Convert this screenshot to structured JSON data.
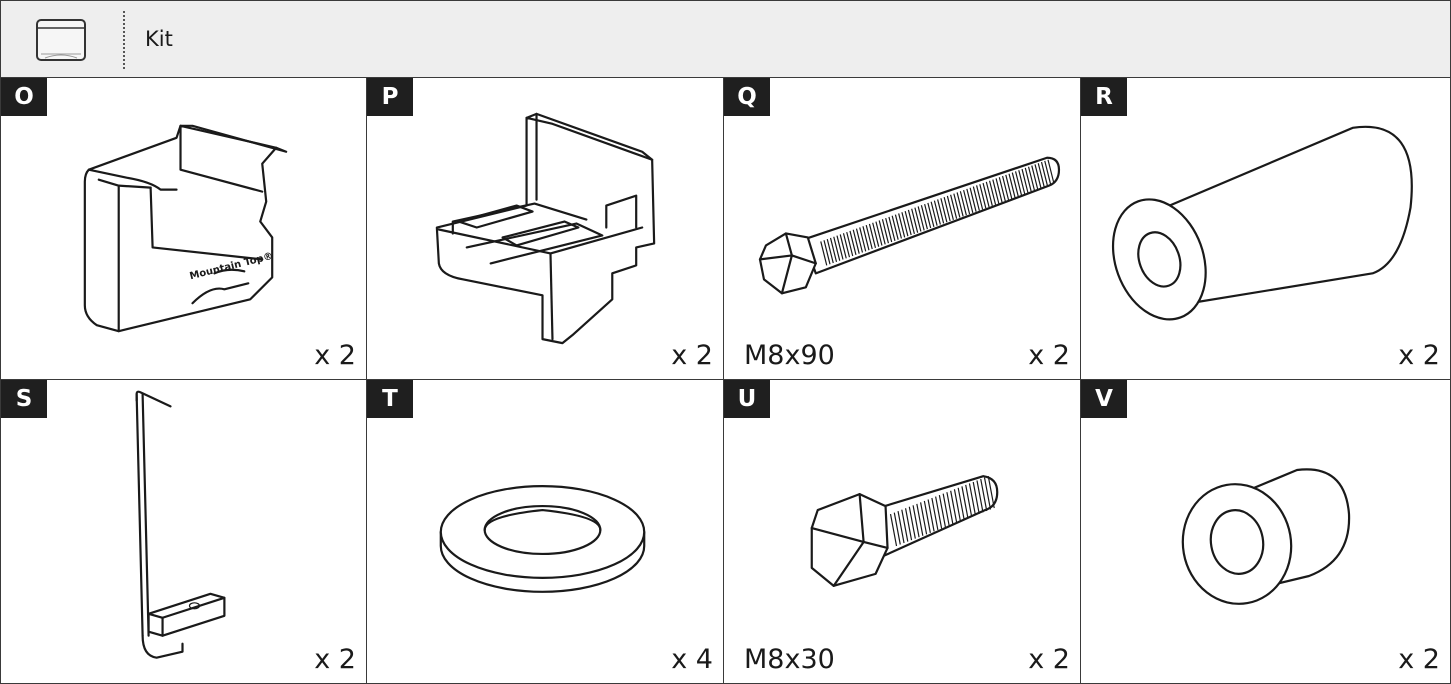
{
  "header": {
    "title": "Kit",
    "icon": "parts-bag-icon"
  },
  "parts": [
    {
      "letter": "O",
      "qty": "x 2",
      "size": "",
      "icon": "end-cap-icon",
      "logo_text": "Mountain Top®"
    },
    {
      "letter": "P",
      "qty": "x 2",
      "size": "",
      "icon": "slide-block-icon"
    },
    {
      "letter": "Q",
      "qty": "x 2",
      "size": "M8x90",
      "icon": "long-bolt-icon"
    },
    {
      "letter": "R",
      "qty": "x 2",
      "size": "",
      "icon": "long-spacer-icon"
    },
    {
      "letter": "S",
      "qty": "x 2",
      "size": "",
      "icon": "hook-rod-icon"
    },
    {
      "letter": "T",
      "qty": "x 4",
      "size": "",
      "icon": "washer-icon"
    },
    {
      "letter": "U",
      "qty": "x 2",
      "size": "M8x30",
      "icon": "short-bolt-icon"
    },
    {
      "letter": "V",
      "qty": "x 2",
      "size": "",
      "icon": "short-spacer-icon"
    }
  ]
}
